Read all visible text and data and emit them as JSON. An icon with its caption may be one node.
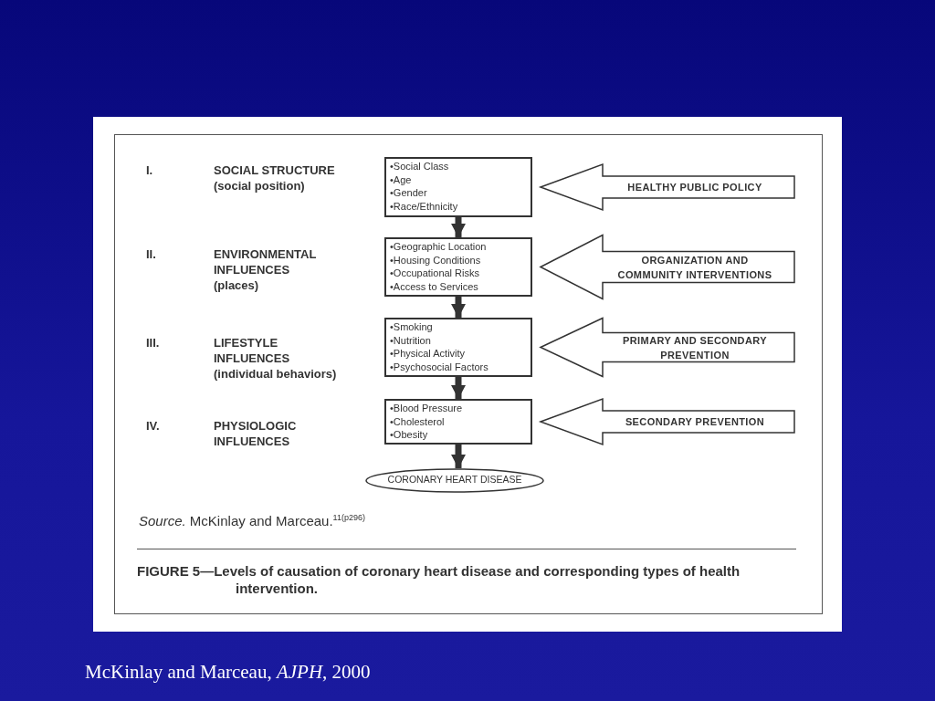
{
  "diagram": {
    "caption": "FIGURE 5—Levels of causation of coronary heart disease and corresponding types of health intervention.",
    "nodes": [
      {
        "text": [
          "•Social Class",
          "•Age",
          "•Gender",
          "•Race/Ethnicity"
        ]
      },
      {
        "text": [
          "•Geographic Location",
          "•Housing Conditions",
          "•Occupational Risks",
          "•Access to Services"
        ]
      },
      {
        "text": [
          "•Smoking",
          "•Nutrition",
          "•Physical Activity",
          "•Psychosocial Factors"
        ]
      },
      {
        "text": [
          "•Blood Pressure",
          "•Cholesterol",
          "•Obesity"
        ]
      },
      {
        "text": [
          "CORONARY HEART DISEASE"
        ]
      }
    ],
    "edges": [
      {
        "from": 0,
        "to": 1,
        "arrow": "to"
      },
      {
        "from": 1,
        "to": 2,
        "arrow": "to"
      },
      {
        "from": 2,
        "to": 3,
        "arrow": "to"
      },
      {
        "from": 3,
        "to": 4,
        "arrow": "to"
      },
      {
        "from": null,
        "to": 0,
        "arrow": "to",
        "label": "HEALTHY PUBLIC POLICY"
      },
      {
        "from": null,
        "to": 1,
        "arrow": "to",
        "label": "ORGANIZATION AND COMMUNITY INTERVENTIONS"
      },
      {
        "from": null,
        "to": 2,
        "arrow": "to",
        "label": "PRIMARY AND SECONDARY PREVENTION"
      },
      {
        "from": null,
        "to": 3,
        "arrow": "to",
        "label": "SECONDARY PREVENTION"
      }
    ],
    "labels": [
      "I.",
      "SOCIAL STRUCTURE",
      "(social position)",
      "II.",
      "ENVIRONMENTAL INFLUENCES",
      "(places)",
      "III.",
      "LIFESTYLE INFLUENCES",
      "(individual behaviors)",
      "IV.",
      "PHYSIOLOGIC INFLUENCES",
      "*Source.* McKinlay and Marceau.$^{11(p296)}$",
      "McKinlay and Marceau, *AJPH*, 2000"
    ]
  }
}
